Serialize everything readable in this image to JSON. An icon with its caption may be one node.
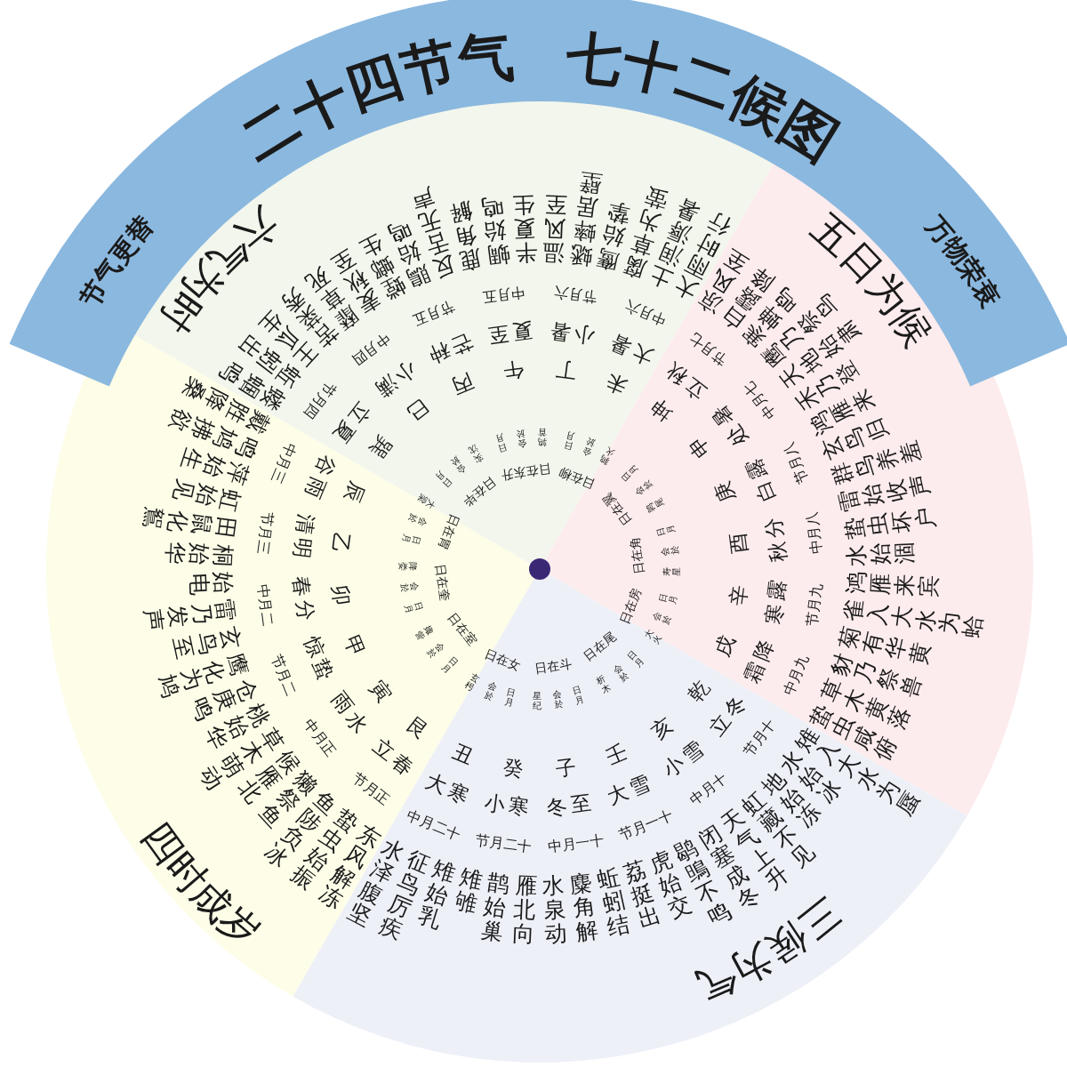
{
  "diagram": {
    "title": "二十四节气 七十二候图",
    "labels": [
      "节气更替",
      "万物荣衰",
      "六气为时",
      "五日为候",
      "三候为气",
      "四时成岁",
      "桐始华",
      "田鼠化鴽",
      "虹始见",
      "萍始生",
      "鸣鸠拂欲",
      "戴胜降桑",
      "蝼蝈鸣",
      "蚯蚓出",
      "王瓜生",
      "苦菜秀",
      "靡草死",
      "麦秋至",
      "螳螂生",
      "鵙始鸣",
      "反舌无声",
      "鹿角解",
      "蜩始鸣",
      "半夏生",
      "温风至",
      "蟋蟀居壁",
      "鹰始挚",
      "腐草为萤",
      "土润溽暑",
      "大雨时行",
      "凉风至",
      "白露降",
      "寒蝉鸣",
      "鹰乃祭鸟",
      "天地始肃",
      "禾乃登",
      "鸿雁来",
      "玄鸟归",
      "群鸟养羞",
      "雷始收声",
      "蛰虫坏户",
      "水始涸",
      "始电",
      "雷乃发声",
      "玄鸟至",
      "鹰化为鸠",
      "仓庚鸣",
      "桃始华",
      "草木萌动",
      "候雁北",
      "獭祭鱼",
      "鱼陟负冰",
      "蛰虫始振",
      "东风解冻",
      "水泽腹坚",
      "征鸟厉疾",
      "雉始乳",
      "雉雊",
      "鹊始巢",
      "雁北向",
      "水泉动",
      "麋角解",
      "蚯蚓结",
      "荔挺出",
      "虎始交",
      "鹖鴠不鸣",
      "闭塞成冬",
      "天气上升",
      "虹藏不见",
      "地始冻",
      "水始冰",
      "雉入大水为蜃",
      "蛰虫咸俯",
      "草木黄落",
      "豺乃祭兽",
      "菊有华黄",
      "雀入大水为蛤",
      "鸿雁来宾",
      "节月三",
      "中月三",
      "节月四",
      "中月四",
      "节月五",
      "中月五",
      "节月六",
      "中月六",
      "节月七",
      "中月七",
      "节月八",
      "中月八",
      "中月二",
      "节月二",
      "中月正",
      "节月正",
      "中月二十",
      "节月二十",
      "中月一十",
      "节月一十",
      "中月十",
      "节月十",
      "中月九",
      "节月九",
      "清明",
      "谷雨",
      "立夏",
      "小满",
      "芒种",
      "夏至",
      "小暑",
      "大暑",
      "立秋",
      "处暑",
      "白露",
      "秋分",
      "春分",
      "惊蛰",
      "雨水",
      "立春",
      "大寒",
      "小寒",
      "冬至",
      "大雪",
      "小雪",
      "立冬",
      "霜降",
      "寒露",
      "乙",
      "辰",
      "巽",
      "巳",
      "丙",
      "午",
      "丁",
      "未",
      "坤",
      "申",
      "庚",
      "酉",
      "卯",
      "甲",
      "寅",
      "艮",
      "丑",
      "癸",
      "子",
      "壬",
      "亥",
      "乾",
      "戌",
      "辛",
      "日在胃",
      "日在毕",
      "日在东升",
      "日在柳",
      "日在翼",
      "日在角",
      "日在奎",
      "日在室",
      "日在女",
      "日在斗",
      "日在尾",
      "日在房",
      "日月",
      "会於",
      "大梁",
      "日月",
      "会於",
      "实沈",
      "日月",
      "会於",
      "鹑首",
      "日月",
      "会於",
      "鹑火",
      "日月",
      "会於",
      "鹑尾",
      "日月",
      "会於",
      "寿星",
      "降娄",
      "会於",
      "日月",
      "娵訾",
      "会於",
      "日月",
      "玄枵",
      "会於",
      "日月",
      "星纪",
      "会於",
      "日月",
      "析木",
      "会於",
      "日月",
      "大火",
      "会於",
      "日月"
    ]
  }
}
